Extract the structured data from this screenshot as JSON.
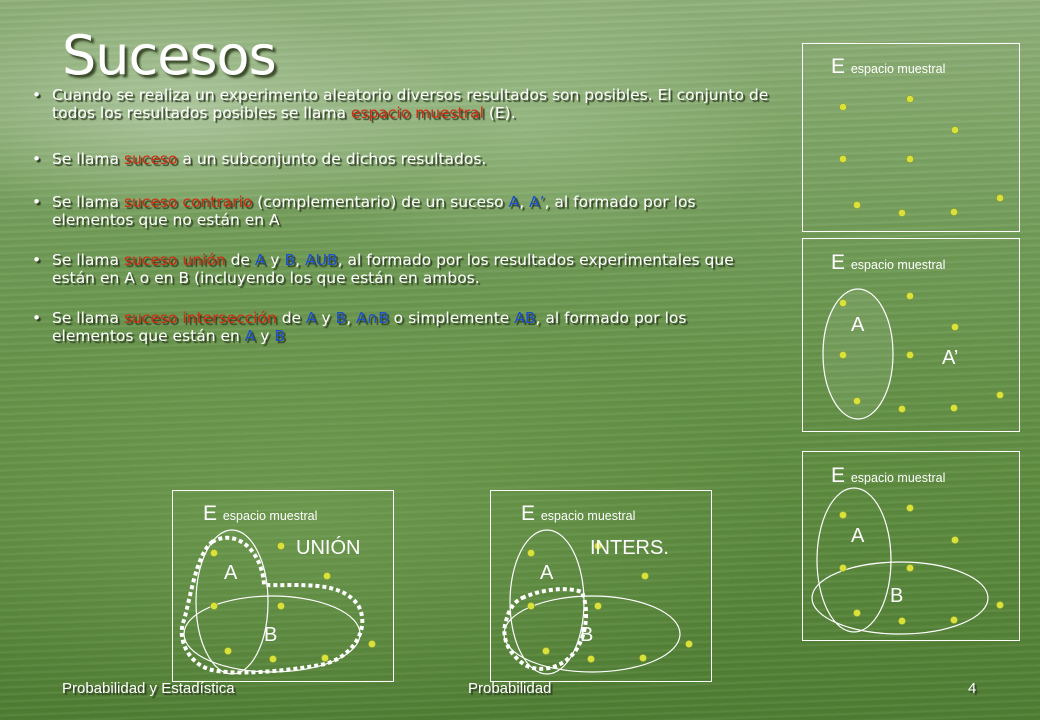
{
  "slide": {
    "title": "Sucesos",
    "bullets": {
      "b1": {
        "t1": "Cuando se realiza un experimento aleatorio diversos resultados son posibles. El conjunto de todos los resultados posibles se llama ",
        "t2": "espacio muestral",
        "t3": " (E)."
      },
      "b2": {
        "t1": " Se llama ",
        "t2": "suceso",
        "t3": " a un subconjunto de dichos resultados."
      },
      "b3": {
        "t1": "Se llama ",
        "t2": "suceso contrario",
        "t3": " (complementario) de un suceso ",
        "t4": "A",
        "t5": ", ",
        "t6": "A’",
        "t7": ", al formado por los elementos que no están en A"
      },
      "b4": {
        "t1": "Se llama ",
        "t2": "suceso unión",
        "t3": " de ",
        "t4": "A",
        "t5": " y ",
        "t6": "B",
        "t7": ", ",
        "t8": "AUB",
        "t9": ", al formado por los resultados experimentales que están en A o en B (incluyendo los que están en ambos."
      },
      "b5": {
        "t1": "Se llama ",
        "t2": "suceso intersección",
        "t3": " de ",
        "t4": "A",
        "t5": " y ",
        "t6": "B",
        "t7": ", ",
        "t8": "A∩B",
        "t9": " o simplemente ",
        "t10": "AB",
        "t11": ", al formado por los elementos que están en ",
        "t12": "A",
        "t13": " y ",
        "t14": "B"
      }
    },
    "bullet_symbol": "•"
  },
  "diagrams": {
    "e_label": "E",
    "e_sub": "espacio muestral",
    "set_a": "A",
    "set_b": "B",
    "set_a_complement": "A’",
    "union_label": "UNIÓN",
    "inters_label": "INTERS."
  },
  "footer": {
    "left": "Probabilidad y Estadística",
    "center": "Probabilidad",
    "page": "4"
  },
  "colors": {
    "highlight_red": "#d42a10",
    "highlight_blue": "#1a4fd0",
    "dot_yellow": "#d8e23a"
  }
}
